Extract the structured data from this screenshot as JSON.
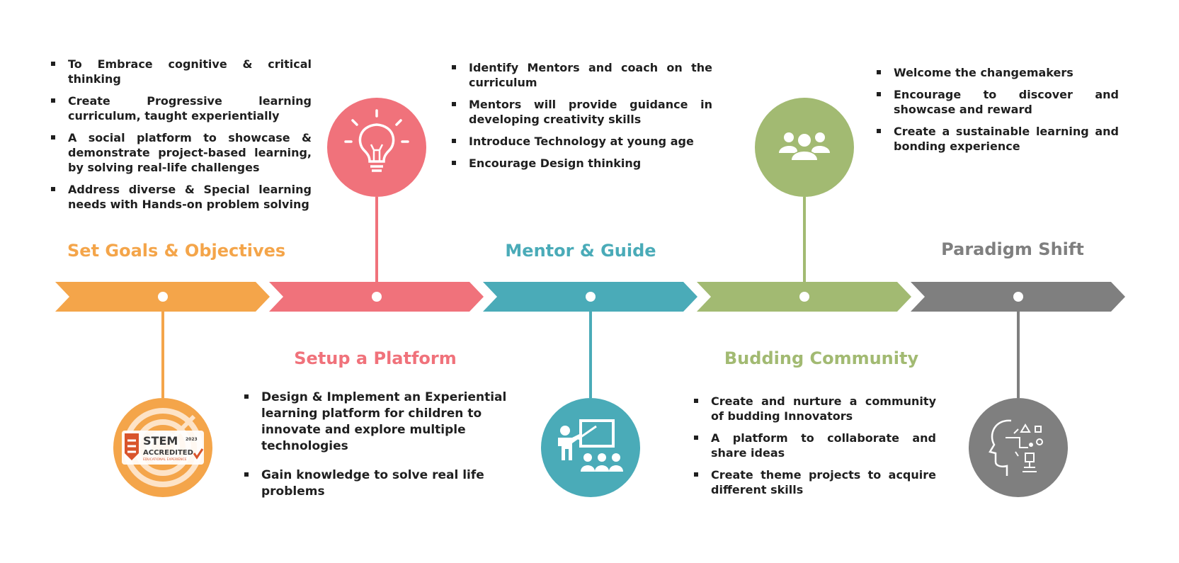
{
  "stages": [
    {
      "id": "set-goals",
      "title": "Set Goals & Objectives",
      "color": "#F4A54A",
      "icon": "stem-accredited-badge-icon",
      "bullets": [
        "To Embrace cognitive & critical thinking",
        "Create Progressive learning curriculum, taught experientially",
        "A social platform to showcase & demonstrate project-based learning, by solving real-life challenges",
        "Address diverse & Special learning needs with Hands-on problem solving"
      ]
    },
    {
      "id": "setup-platform",
      "title": "Setup a Platform",
      "color": "#F0727B",
      "icon": "lightbulb-icon",
      "bullets": [
        "Design & Implement an Experiential learning platform for children to innovate and explore multiple technologies",
        "Gain knowledge to solve real life problems"
      ]
    },
    {
      "id": "mentor-guide",
      "title": "Mentor & Guide",
      "color": "#4AABB8",
      "icon": "teacher-presentation-icon",
      "bullets": [
        "Identify Mentors and coach on the curriculum",
        "Mentors will provide guidance in developing creativity skills",
        "Introduce Technology at young age",
        "Encourage Design thinking"
      ]
    },
    {
      "id": "budding-community",
      "title": "Budding Community",
      "color": "#A2BA72",
      "icon": "community-group-icon",
      "bullets": [
        "Create and nurture a community of budding Innovators",
        "A platform to collaborate and share ideas",
        "Create theme projects to acquire different skills"
      ]
    },
    {
      "id": "paradigm-shift",
      "title": "Paradigm Shift",
      "color": "#7F7F7F",
      "icon": "head-thinking-icon",
      "bullets": [
        "Welcome the changemakers",
        "Encourage to discover and showcase and reward",
        "Create a sustainable learning and bonding experience"
      ]
    }
  ],
  "badge": {
    "line1": "STEM",
    "line2": "ACCREDITED",
    "line3": "EDUCATIONAL EXPERIENCE",
    "small": "2023"
  }
}
